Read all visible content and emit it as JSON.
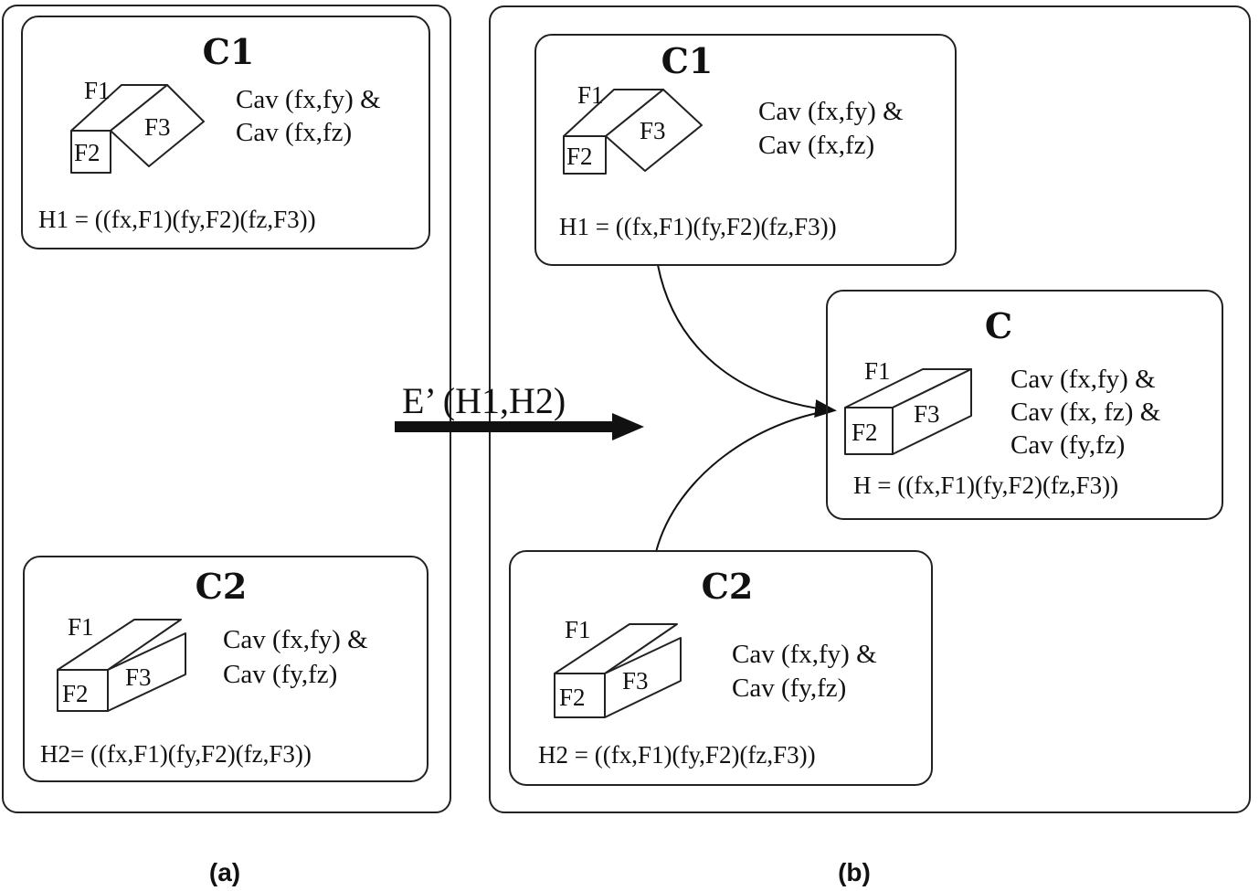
{
  "panel_a": {
    "caption": "(a)",
    "c1": {
      "title": "C1",
      "faces": [
        "F1",
        "F2",
        "F3"
      ],
      "cond_line1": "Cav (fx,fy) &",
      "cond_line2": "Cav (fx,fz)",
      "h_expr": "H1 = ((fx,F1)(fy,F2)(fz,F3))"
    },
    "c2": {
      "title": "C2",
      "faces": [
        "F1",
        "F2",
        "F3"
      ],
      "cond_line1": "Cav (fx,fy) &",
      "cond_line2": "Cav (fy,fz)",
      "h_expr": "H2= ((fx,F1)(fy,F2)(fz,F3))"
    }
  },
  "transform": {
    "label": "E’ (H1,H2)"
  },
  "panel_b": {
    "caption": "(b)",
    "c1": {
      "title": "C1",
      "faces": [
        "F1",
        "F2",
        "F3"
      ],
      "cond_line1": "Cav (fx,fy) &",
      "cond_line2": "Cav (fx,fz)",
      "h_expr": "H1 = ((fx,F1)(fy,F2)(fz,F3))"
    },
    "c": {
      "title": "C",
      "faces": [
        "F1",
        "F2",
        "F3"
      ],
      "cond_line1": "Cav (fx,fy) &",
      "cond_line2": "Cav (fx, fz) &",
      "cond_line3": "Cav (fy,fz)",
      "h_expr": "H = ((fx,F1)(fy,F2)(fz,F3))"
    },
    "c2": {
      "title": "C2",
      "faces": [
        "F1",
        "F2",
        "F3"
      ],
      "cond_line1": "Cav (fx,fy) &",
      "cond_line2": "Cav (fy,fz)",
      "h_expr": "H2 = ((fx,F1)(fy,F2)(fz,F3))"
    }
  }
}
